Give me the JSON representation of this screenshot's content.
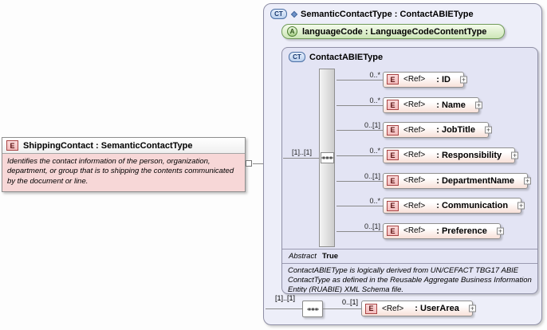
{
  "icons": {
    "element": "E",
    "attribute": "A",
    "complex_type": "CT",
    "expand": "+"
  },
  "left_element": {
    "title": "ShippingContact : SemanticContactType",
    "annotation": "Identifies the contact information of the person, organization, department, or group that is to shipping the contents communicated by the document or line."
  },
  "outer_type": {
    "title": "SemanticContactType : ContactABIEType",
    "attribute": {
      "label": "languageCode : LanguageCodeContentType"
    },
    "inner_type": {
      "title": "ContactABIEType",
      "sequence_cardinality": "[1]..[1]",
      "elements": [
        {
          "cardinality": "0..*",
          "ref": "<Ref>",
          "name": ": ID"
        },
        {
          "cardinality": "0..*",
          "ref": "<Ref>",
          "name": ": Name"
        },
        {
          "cardinality": "0..[1]",
          "ref": "<Ref>",
          "name": ": JobTitle"
        },
        {
          "cardinality": "0..*",
          "ref": "<Ref>",
          "name": ": Responsibility"
        },
        {
          "cardinality": "0..[1]",
          "ref": "<Ref>",
          "name": ": DepartmentName"
        },
        {
          "cardinality": "0..*",
          "ref": "<Ref>",
          "name": ": Communication"
        },
        {
          "cardinality": "0..[1]",
          "ref": "<Ref>",
          "name": ": Preference"
        }
      ],
      "abstract_label": "Abstract",
      "abstract_value": "True",
      "annotation": "ContactABIEType is logically derived from UN/CEFACT TBG17 ABIE ContactType as defined in the Reusable Aggregate Business Information Entity (RUABIE) XML Schema file."
    },
    "bottom": {
      "sequence_cardinality": "[1]..[1]",
      "element": {
        "cardinality": "0..[1]",
        "ref": "<Ref>",
        "name": ": UserArea"
      }
    }
  }
}
